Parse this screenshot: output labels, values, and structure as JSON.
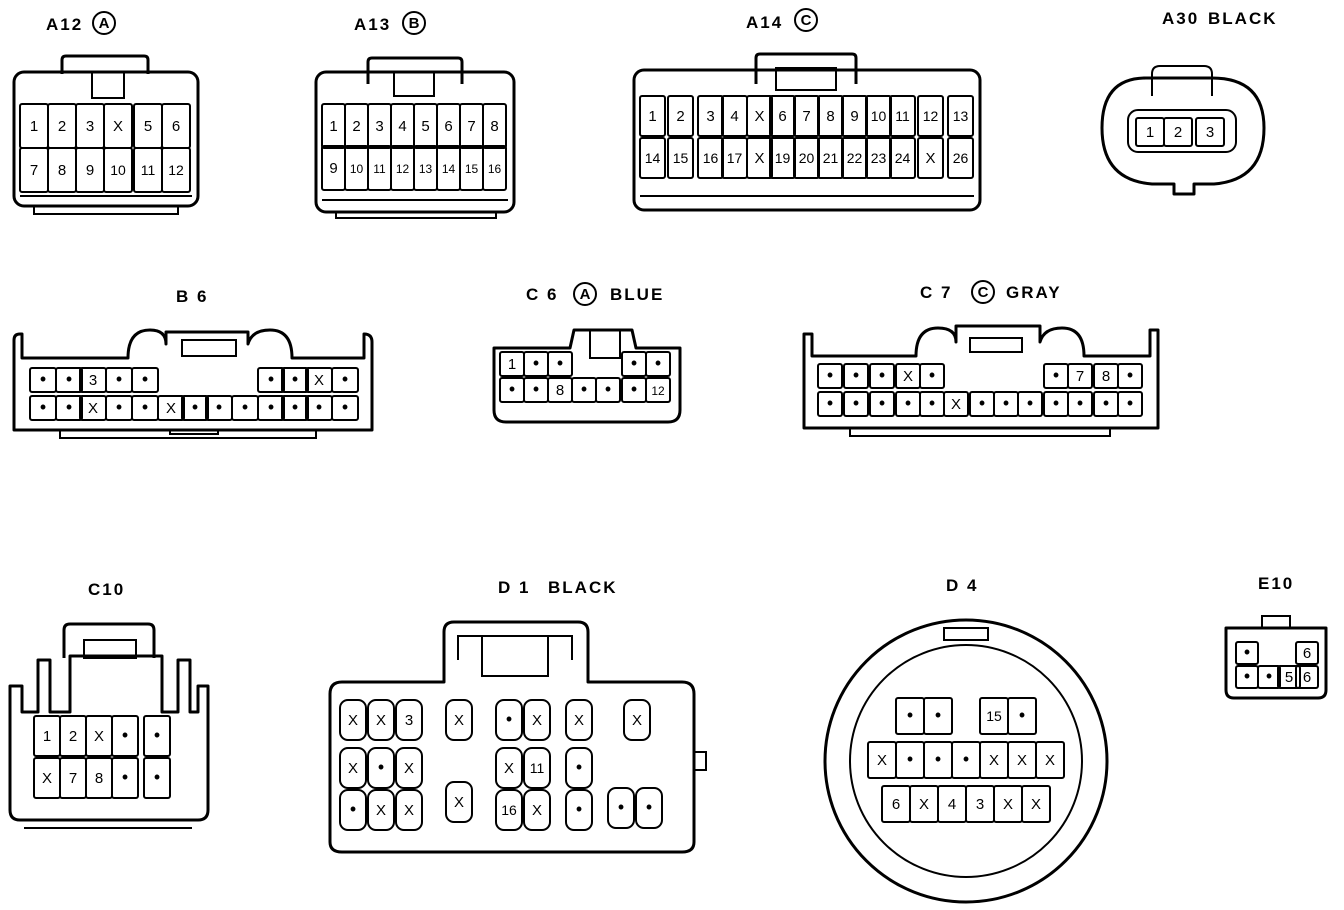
{
  "connectors": [
    {
      "id": "A12",
      "code": "A",
      "color": "",
      "rows": [
        [
          "1",
          "2",
          "3",
          "X",
          "5",
          "6"
        ],
        [
          "7",
          "8",
          "9",
          "10",
          "11",
          "12"
        ]
      ]
    },
    {
      "id": "A13",
      "code": "B",
      "color": "",
      "rows": [
        [
          "1",
          "2",
          "3",
          "4",
          "5",
          "6",
          "7",
          "8"
        ],
        [
          "9",
          "10",
          "11",
          "12",
          "13",
          "14",
          "15",
          "16"
        ]
      ]
    },
    {
      "id": "A14",
      "code": "C",
      "color": "",
      "rows": [
        [
          "1",
          "2",
          "3",
          "4",
          "X",
          "6",
          "7",
          "8",
          "9",
          "10",
          "11",
          "12",
          "13"
        ],
        [
          "14",
          "15",
          "16",
          "17",
          "X",
          "19",
          "20",
          "21",
          "22",
          "23",
          "24",
          "X",
          "26"
        ]
      ]
    },
    {
      "id": "A30",
      "code": "",
      "color": "BLACK",
      "rows": [
        [
          "1",
          "2",
          "3"
        ]
      ]
    },
    {
      "id": "B 6",
      "code": "",
      "color": "",
      "rows": [
        [
          "•",
          "•",
          "3",
          "•",
          "•",
          "•",
          "•",
          "X",
          "•"
        ],
        [
          "•",
          "•",
          "X",
          "•",
          "•",
          "X",
          "•",
          "•",
          "•",
          "•",
          "•",
          "•",
          "•"
        ]
      ]
    },
    {
      "id": "C 6",
      "code": "A",
      "color": "BLUE",
      "rows": [
        [
          "1",
          "•",
          "•",
          "•",
          "•"
        ],
        [
          "•",
          "•",
          "8",
          "•",
          "•",
          "•",
          "12"
        ]
      ]
    },
    {
      "id": "C 7",
      "code": "C",
      "color": "GRAY",
      "rows": [
        [
          "•",
          "•",
          "•",
          "X",
          "•",
          "•",
          "7",
          "8",
          "•"
        ],
        [
          "•",
          "•",
          "•",
          "•",
          "•",
          "X",
          "•",
          "•",
          "•",
          "•",
          "•",
          "•",
          "•"
        ]
      ]
    },
    {
      "id": "C10",
      "code": "",
      "color": "",
      "rows": [
        [
          "1",
          "2",
          "X",
          "•",
          "•"
        ],
        [
          "X",
          "7",
          "8",
          "•",
          "•"
        ]
      ]
    },
    {
      "id": "D 1",
      "code": "",
      "color": "BLACK",
      "rows": [
        [
          "X",
          "X",
          "3",
          "X",
          "•",
          "X",
          "X",
          "X"
        ],
        [
          "X",
          "•",
          "X",
          "X",
          "11",
          "•"
        ],
        [
          "•",
          "X",
          "X",
          "X",
          "16",
          "X",
          "•",
          "•",
          "•"
        ]
      ]
    },
    {
      "id": "D 4",
      "code": "",
      "color": "",
      "rows": [
        [
          "•",
          "•",
          "15",
          "•"
        ],
        [
          "X",
          "•",
          "•",
          "•",
          "X",
          "X",
          "X"
        ],
        [
          "6",
          "X",
          "4",
          "3",
          "X",
          "X"
        ]
      ]
    },
    {
      "id": "E10",
      "code": "",
      "color": "",
      "rows": [
        [
          "•",
          "6"
        ],
        [
          "•",
          "•",
          "5",
          "6"
        ]
      ]
    }
  ]
}
